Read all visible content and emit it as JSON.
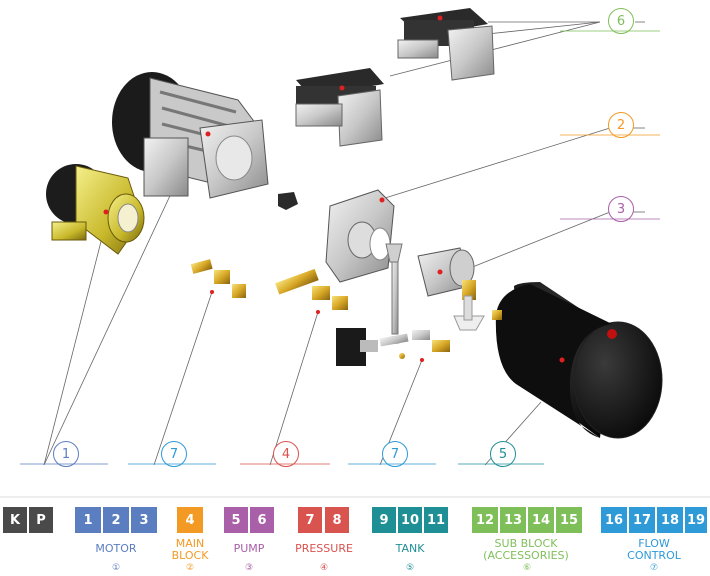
{
  "callouts": [
    {
      "label": "1",
      "color": "#5b7ec0"
    },
    {
      "label": "2",
      "color": "#f39a24"
    },
    {
      "label": "3",
      "color": "#a960a8"
    },
    {
      "label": "4",
      "color": "#d9534f"
    },
    {
      "label": "5",
      "color": "#1f8f96"
    },
    {
      "label": "6",
      "color": "#7fbf5a"
    },
    {
      "label": "7",
      "color": "#2e9ad8"
    },
    {
      "label": "7",
      "color": "#2e9ad8"
    }
  ],
  "code": {
    "k": "K",
    "p": "P",
    "bg": "#4a4a4a"
  },
  "groups": [
    {
      "name": "MOTOR",
      "num": "①",
      "color": "#5b7ec0",
      "cells": [
        "1",
        "2",
        "3"
      ]
    },
    {
      "name": "MAIN\nBLOCK",
      "num": "②",
      "color": "#f39a24",
      "cells": [
        "4"
      ]
    },
    {
      "name": "PUMP",
      "num": "③",
      "color": "#a960a8",
      "cells": [
        "5",
        "6"
      ]
    },
    {
      "name": "PRESSURE",
      "num": "④",
      "color": "#d9534f",
      "cells": [
        "7",
        "8"
      ]
    },
    {
      "name": "TANK",
      "num": "⑤",
      "color": "#1f8f96",
      "cells": [
        "9",
        "10",
        "11"
      ]
    },
    {
      "name": "SUB BLOCK\n(ACCESSORIES)",
      "num": "⑥",
      "color": "#7fbf5a",
      "cells": [
        "12",
        "13",
        "14",
        "15"
      ]
    },
    {
      "name": "FLOW\nCONTROL",
      "num": "⑦",
      "color": "#2e9ad8",
      "cells": [
        "16",
        "17",
        "18",
        "19"
      ]
    }
  ]
}
